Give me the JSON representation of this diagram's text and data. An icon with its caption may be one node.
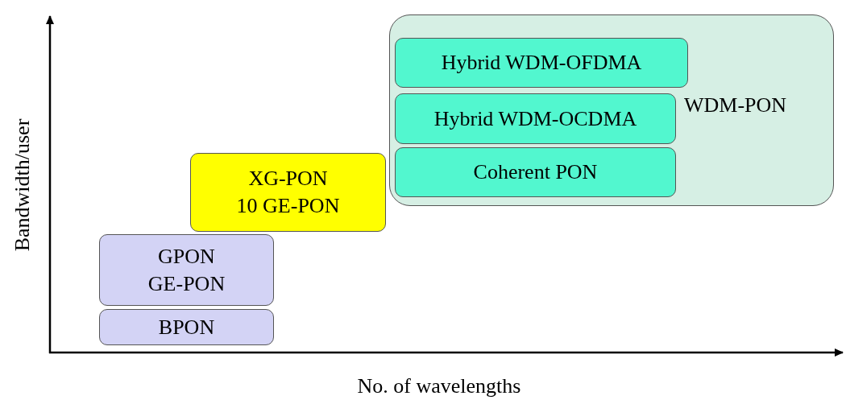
{
  "diagram": {
    "nodes": [
      {
        "text": [
          "WDM-PON"
        ]
      },
      {
        "text": [
          "Hybrid WDM-OFDMA"
        ],
        "in": 0
      },
      {
        "text": [
          "Hybrid WDM-OCDMA"
        ],
        "in": 0
      },
      {
        "text": [
          "Coherent PON"
        ],
        "in": 0
      },
      {
        "text": [
          "XG-PON",
          "10 GE-PON"
        ]
      },
      {
        "text": [
          "GPON",
          "GE-PON"
        ]
      },
      {
        "text": [
          "BPON"
        ]
      }
    ],
    "edges": [],
    "labels": [
      "Bandwidth/user",
      "No. of wavelengths"
    ]
  }
}
